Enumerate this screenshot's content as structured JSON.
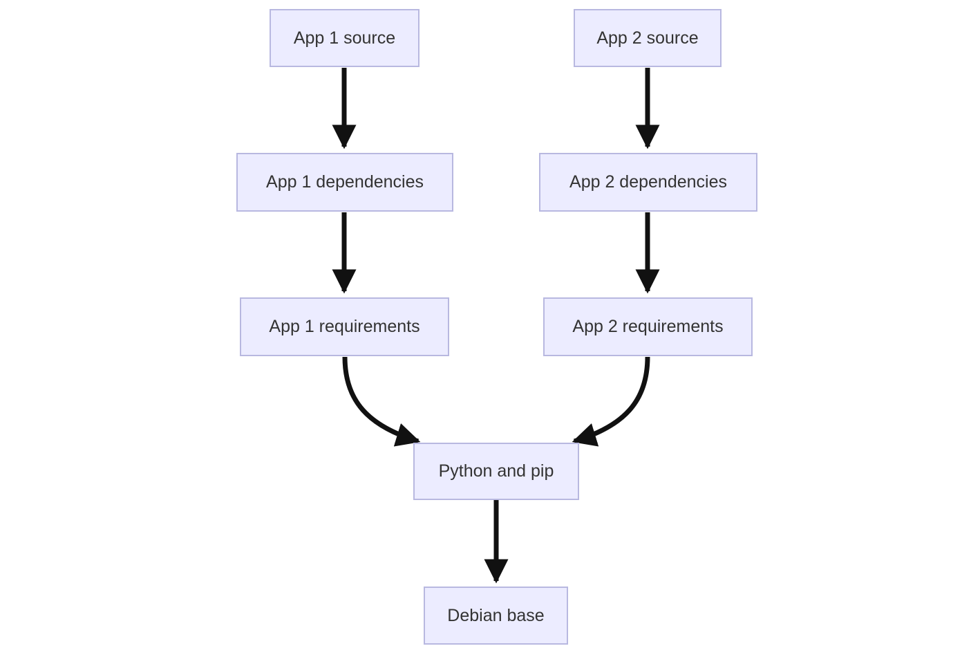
{
  "diagram": {
    "type": "flowchart",
    "direction": "top-down",
    "nodes": {
      "app1_source": {
        "label": "App 1 source"
      },
      "app1_dependencies": {
        "label": "App 1 dependencies"
      },
      "app1_requirements": {
        "label": "App 1 requirements"
      },
      "app2_source": {
        "label": "App 2 source"
      },
      "app2_dependencies": {
        "label": "App 2 dependencies"
      },
      "app2_requirements": {
        "label": "App 2 requirements"
      },
      "python_pip": {
        "label": "Python and pip"
      },
      "debian_base": {
        "label": "Debian base"
      }
    },
    "edges": [
      {
        "from": "app1_source",
        "to": "app1_dependencies"
      },
      {
        "from": "app1_dependencies",
        "to": "app1_requirements"
      },
      {
        "from": "app1_requirements",
        "to": "python_pip"
      },
      {
        "from": "app2_source",
        "to": "app2_dependencies"
      },
      {
        "from": "app2_dependencies",
        "to": "app2_requirements"
      },
      {
        "from": "app2_requirements",
        "to": "python_pip"
      },
      {
        "from": "python_pip",
        "to": "debian_base"
      }
    ],
    "colors": {
      "node_fill": "#ececff",
      "node_border": "#b8b8e0",
      "edge": "#111111",
      "text": "#333333",
      "background": "#ffffff"
    }
  }
}
